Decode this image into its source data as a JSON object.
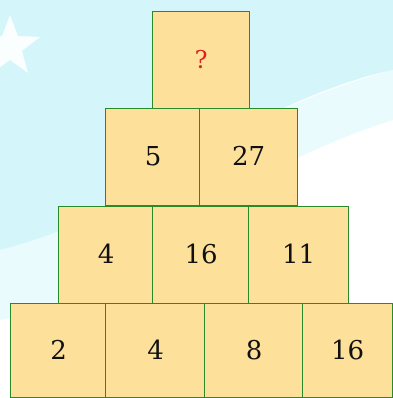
{
  "pyramid": {
    "rows": [
      [
        "?"
      ],
      [
        "5",
        "27"
      ],
      [
        "4",
        "16",
        "11"
      ],
      [
        "2",
        "4",
        "8",
        "16"
      ]
    ]
  },
  "colors": {
    "block_fill": "#fde19a",
    "block_border": "#2a8a2a",
    "question_color": "#e02020",
    "sky": "#d4f6fb"
  },
  "decorations": [
    "star-icon",
    "cloud"
  ]
}
